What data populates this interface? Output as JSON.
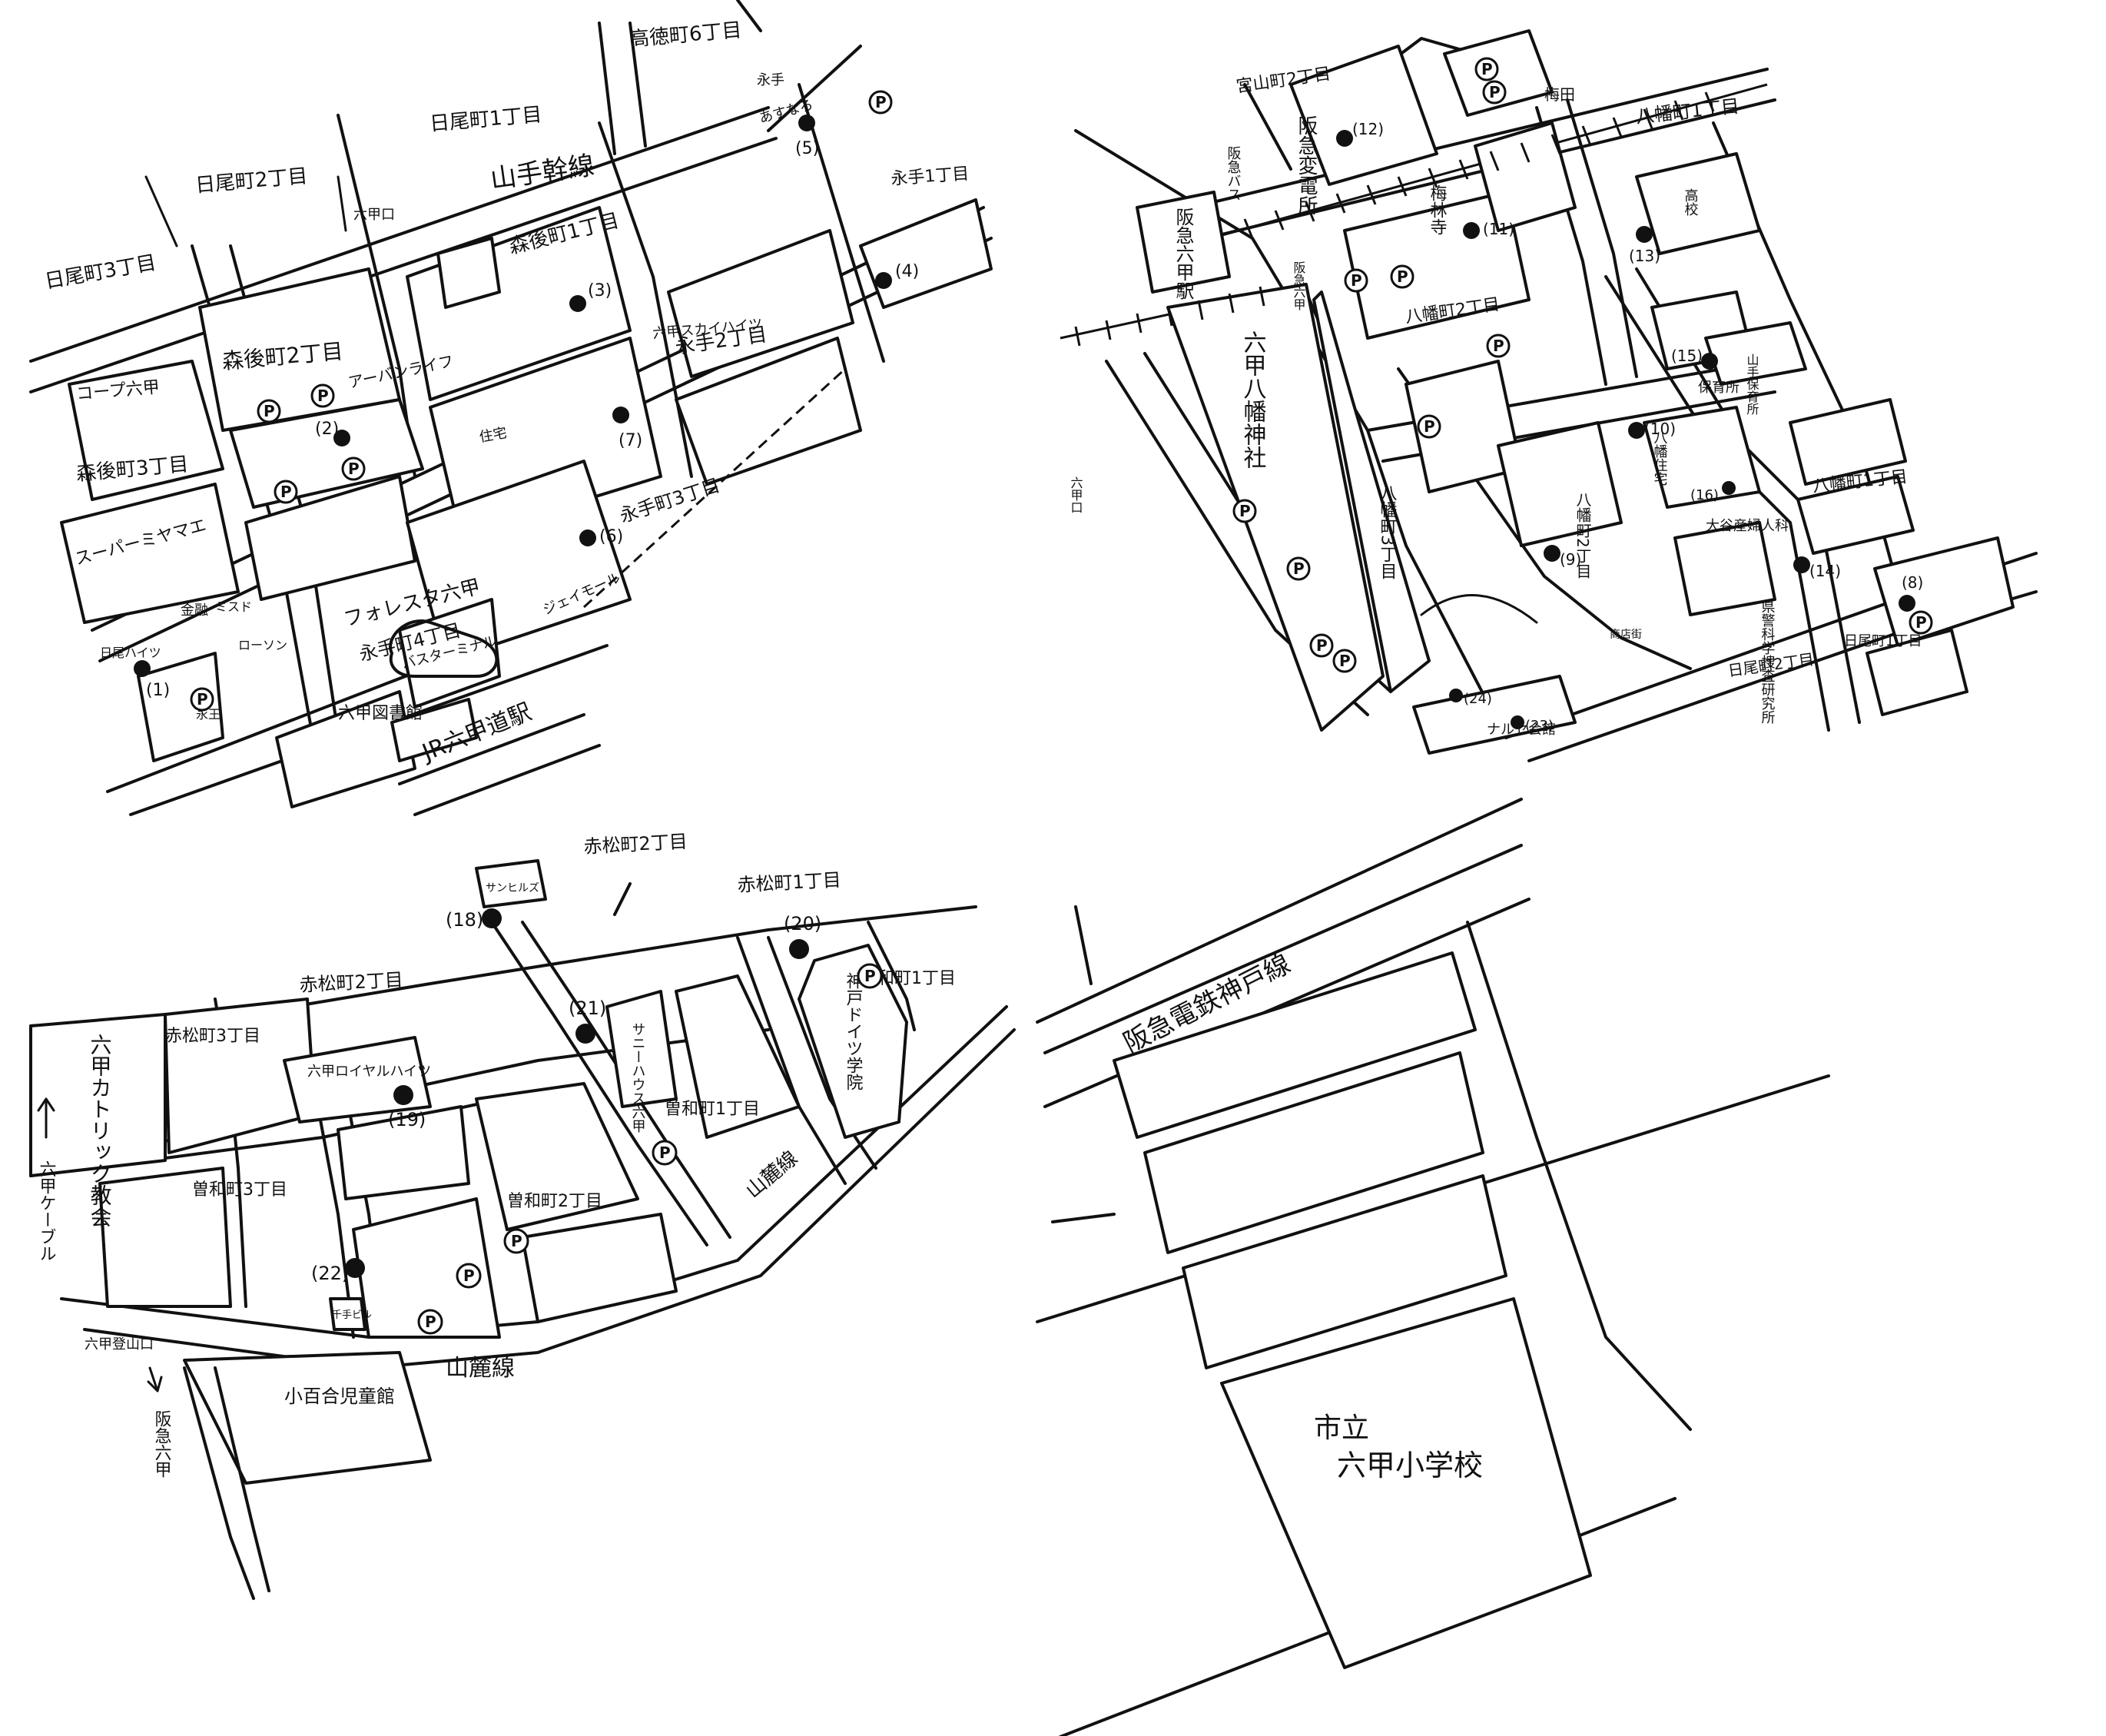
{
  "quadrants": {
    "top_left": {
      "areas": {
        "koutoku6": "高徳町6丁目",
        "hio1": "日尾町1丁目",
        "hio2": "日尾町2丁目",
        "hio3": "日尾町3丁目",
        "morigo1": "森後町1丁目",
        "morigo2": "森後町2丁目",
        "morigo3": "森後町3丁目",
        "eite1": "永手1丁目",
        "eite2": "永手2丁目",
        "eite3": "永手町3丁目",
        "eite4": "永手町4丁目"
      },
      "roads": {
        "yamate": "山手幹線",
        "jr": "JR六甲道駅"
      },
      "places": {
        "rokkoguchi": "六甲口",
        "coop": "コープ六甲",
        "urban_life": "アーバンライフ",
        "super": "スーパーミヤマエ",
        "forest": "フォレスタ六甲",
        "bus_terminal": "バスターミナル",
        "library": "六甲図書館",
        "eite_shrine": "永手",
        "asunaro": "あすなろ",
        "jae_mall": "ジェイモール",
        "skyheights": "六甲スカイハイツ",
        "shinko": "住宅",
        "kinyu": "金融",
        "misuto": "ミスド",
        "lawson": "ローソン",
        "hio_labels": "日尾ハイツ",
        "eite_kou": "永王"
      },
      "stops": [
        "(1)",
        "(2)",
        "(3)",
        "(4)",
        "(5)",
        "(6)",
        "(7)"
      ]
    },
    "top_right": {
      "areas": {
        "miyayama2": "宮山町2丁目",
        "hachiman1": "八幡町1丁目",
        "hachiman2": "八幡町2丁目",
        "hachiman2b": "八幡町2丁目",
        "hachiman3": "八幡町3丁目",
        "hachiman1b": "八幡町1丁目",
        "hio1": "日尾町1丁目",
        "hio2": "日尾町2丁目"
      },
      "places": {
        "umeda": "梅田",
        "hankyu_substation": "阪急変電所",
        "hankyu_bus": "阪急バス",
        "hankyu_rokko": "阪急六甲駅",
        "baishoji": "梅林寺",
        "shrine": "六甲八幡神社",
        "hachiman_housing": "八幡住宅",
        "hoikusho": "保育所",
        "sanyo": "山手保育所",
        "koko": "高校",
        "otani": "大谷産婦人科",
        "kiriuma": "県警科学捜査研究所",
        "narusegaikan": "ナルセ会館",
        "rokko_left": "六甲口",
        "rokko_street": "阪急六甲",
        "shotengai": "商店街"
      },
      "stops": [
        "(8)",
        "(9)",
        "(10)",
        "(11)",
        "(12)",
        "(13)",
        "(14)",
        "(15)",
        "(16)",
        "(23)",
        "(24)"
      ]
    },
    "bottom_left": {
      "areas": {
        "akamatsu2": "赤松町2丁目",
        "akamatsu1": "赤松町1丁目",
        "akamatsu2b": "赤松町2丁目",
        "akamatsu3": "赤松町3丁目",
        "sowa1": "曽和町1丁目",
        "sowa1b": "曽和町1丁目",
        "sowa2": "曽和町2丁目",
        "sowa3": "曽和町3丁目"
      },
      "places": {
        "sun_heights": "サンヒルズ",
        "catholic": "六甲カトリック教会",
        "royal_heights": "六甲ロイヤルハイツ",
        "sunny_house": "サニーハウス六甲",
        "german_school": "神戸ドイツ学院",
        "cable": "六甲ケーブル",
        "tozan": "六甲登山口",
        "hankyu_rokko": "阪急六甲",
        "sayuri": "小百合児童館",
        "chitose": "千手ビル",
        "sanroku": "山麓線",
        "sanroku2": "山麓線"
      },
      "stops": [
        "(18)",
        "(19)",
        "(20)",
        "(21)",
        "(22)"
      ]
    },
    "bottom_right": {
      "places": {
        "hankyu_line": "阪急電鉄神戸線",
        "school_a": "市立",
        "school_b": "六甲小学校"
      }
    }
  },
  "parking_symbol": "P",
  "colors": {
    "ink": "#111111",
    "paper": "#ffffff"
  }
}
